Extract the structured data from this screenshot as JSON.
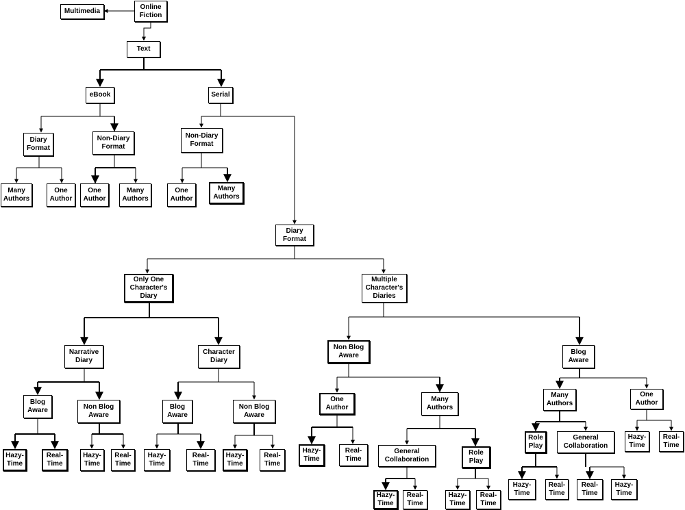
{
  "nodes": {
    "online-fiction": "Online\nFiction",
    "multimedia": "Multimedia",
    "text": "Text",
    "ebook": "eBook",
    "serial": "Serial",
    "ebook-diary-format": "Diary\nFormat",
    "ebook-non-diary-format": "Non-Diary\nFormat",
    "ebook-diary-many-authors": "Many\nAuthors",
    "ebook-diary-one-author": "One\nAuthor",
    "ebook-nondiary-one-author": "One\nAuthor",
    "ebook-nondiary-many-authors": "Many\nAuthors",
    "serial-non-diary-format": "Non-Diary\nFormat",
    "serial-nondiary-one-author": "One\nAuthor",
    "serial-nondiary-many-authors": "Many\nAuthors",
    "serial-diary-format": "Diary\nFormat",
    "only-one-characters-diary": "Only One\nCharacter's\nDiary",
    "multiple-characters-diaries": "Multiple\nCharacter's\nDiaries",
    "narrative-diary": "Narrative\nDiary",
    "character-diary": "Character\nDiary",
    "narrative-blog-aware": "Blog\nAware",
    "narrative-non-blog-aware": "Non Blog\nAware",
    "character-blog-aware": "Blog\nAware",
    "character-non-blog-aware": "Non Blog\nAware",
    "nd-ba-hazy-time": "Hazy-\nTime",
    "nd-ba-real-time": "Real-\nTime",
    "nd-nba-hazy-time": "Hazy-\nTime",
    "nd-nba-real-time": "Real-\nTime",
    "cd-ba-hazy-time": "Hazy-\nTime",
    "cd-ba-real-time": "Real-\nTime",
    "cd-nba-hazy-time": "Hazy-\nTime",
    "cd-nba-real-time": "Real-\nTime",
    "multi-non-blog-aware": "Non Blog\nAware",
    "multi-blog-aware": "Blog\nAware",
    "mnba-one-author": "One\nAuthor",
    "mnba-many-authors": "Many\nAuthors",
    "mnba-one-hazy-time": "Hazy-\nTime",
    "mnba-one-real-time": "Real-\nTime",
    "mnba-many-general-collaboration": "General\nCollaboration",
    "mnba-many-role-play": "Role\nPlay",
    "mnba-gc-hazy-time": "Hazy-\nTime",
    "mnba-gc-real-time": "Real-\nTime",
    "mnba-rp-hazy-time": "Hazy-\nTime",
    "mnba-rp-real-time": "Real-\nTime",
    "mba-many-authors": "Many\nAuthors",
    "mba-one-author": "One\nAuthor",
    "mba-many-role-play": "Role\nPlay",
    "mba-many-general-collaboration": "General\nCollaboration",
    "mba-one-hazy-time": "Hazy-\nTime",
    "mba-one-real-time": "Real-\nTime",
    "mba-rp-hazy-time": "Hazy-\nTime",
    "mba-rp-real-time": "Real-\nTime",
    "mba-gc-real-time": "Real-\nTime",
    "mba-gc-hazy-time": "Hazy-\nTime"
  }
}
